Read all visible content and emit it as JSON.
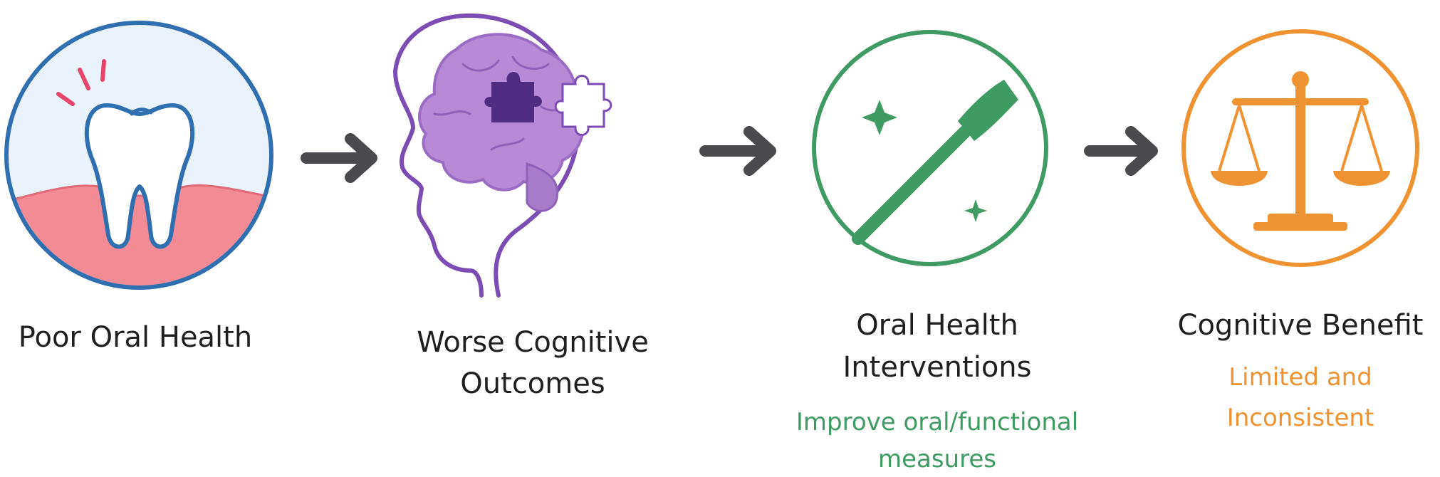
{
  "steps": [
    {
      "title": "Poor Oral Health",
      "subtitle": ""
    },
    {
      "title_line1": "Worse Cognitive",
      "title_line2": "Outcomes",
      "subtitle": ""
    },
    {
      "title_line1": "Oral Health",
      "title_line2": "Interventions",
      "subtitle_line1": "Improve oral/functional",
      "subtitle_line2": "measures"
    },
    {
      "title": "Cognitive Benefit",
      "subtitle_line1": "Limited and",
      "subtitle_line2": "Inconsistent"
    }
  ],
  "colors": {
    "blue": "#2f6fb0",
    "gum": "#f28b95",
    "alert": "#e8456c",
    "purple": "#7b4db3",
    "brain": "#b78ad8",
    "puzzle_dark": "#4e2e83",
    "green": "#3f9a63",
    "orange": "#ef9332",
    "arrow": "#4a4a4e"
  },
  "icons": [
    "tooth-icon",
    "head-brain-icon",
    "toothbrush-icon",
    "scale-icon"
  ]
}
